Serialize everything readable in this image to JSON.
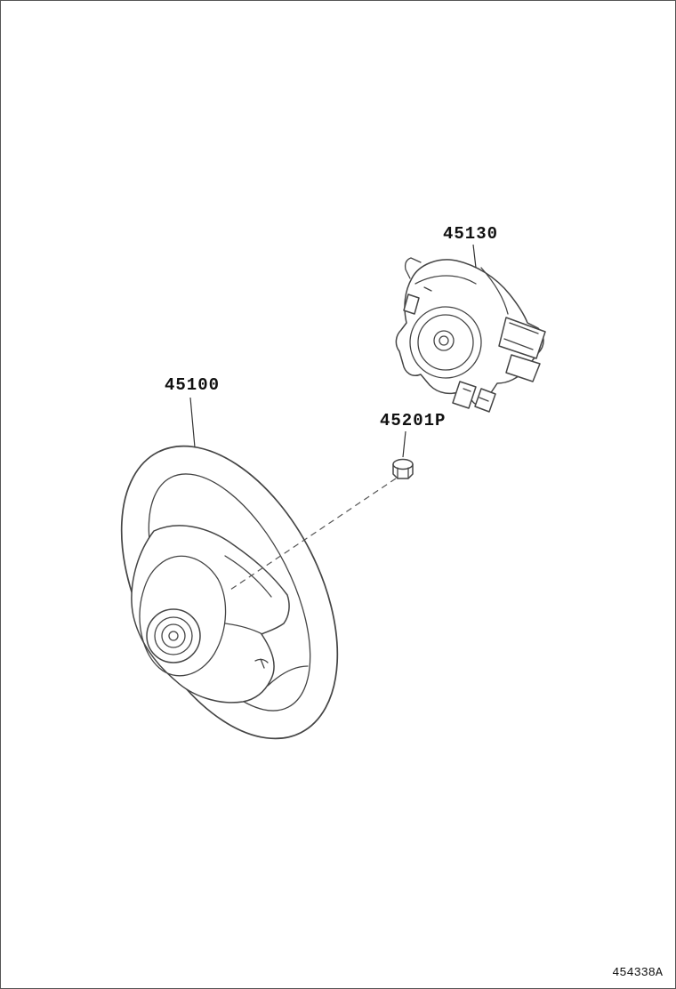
{
  "labels": {
    "part_45130": "45130",
    "part_45100": "45100",
    "part_45201P": "45201P"
  },
  "footer": {
    "code": "454338A"
  },
  "colors": {
    "line_color": "#454545",
    "text_color": "#111111",
    "background": "#ffffff"
  }
}
